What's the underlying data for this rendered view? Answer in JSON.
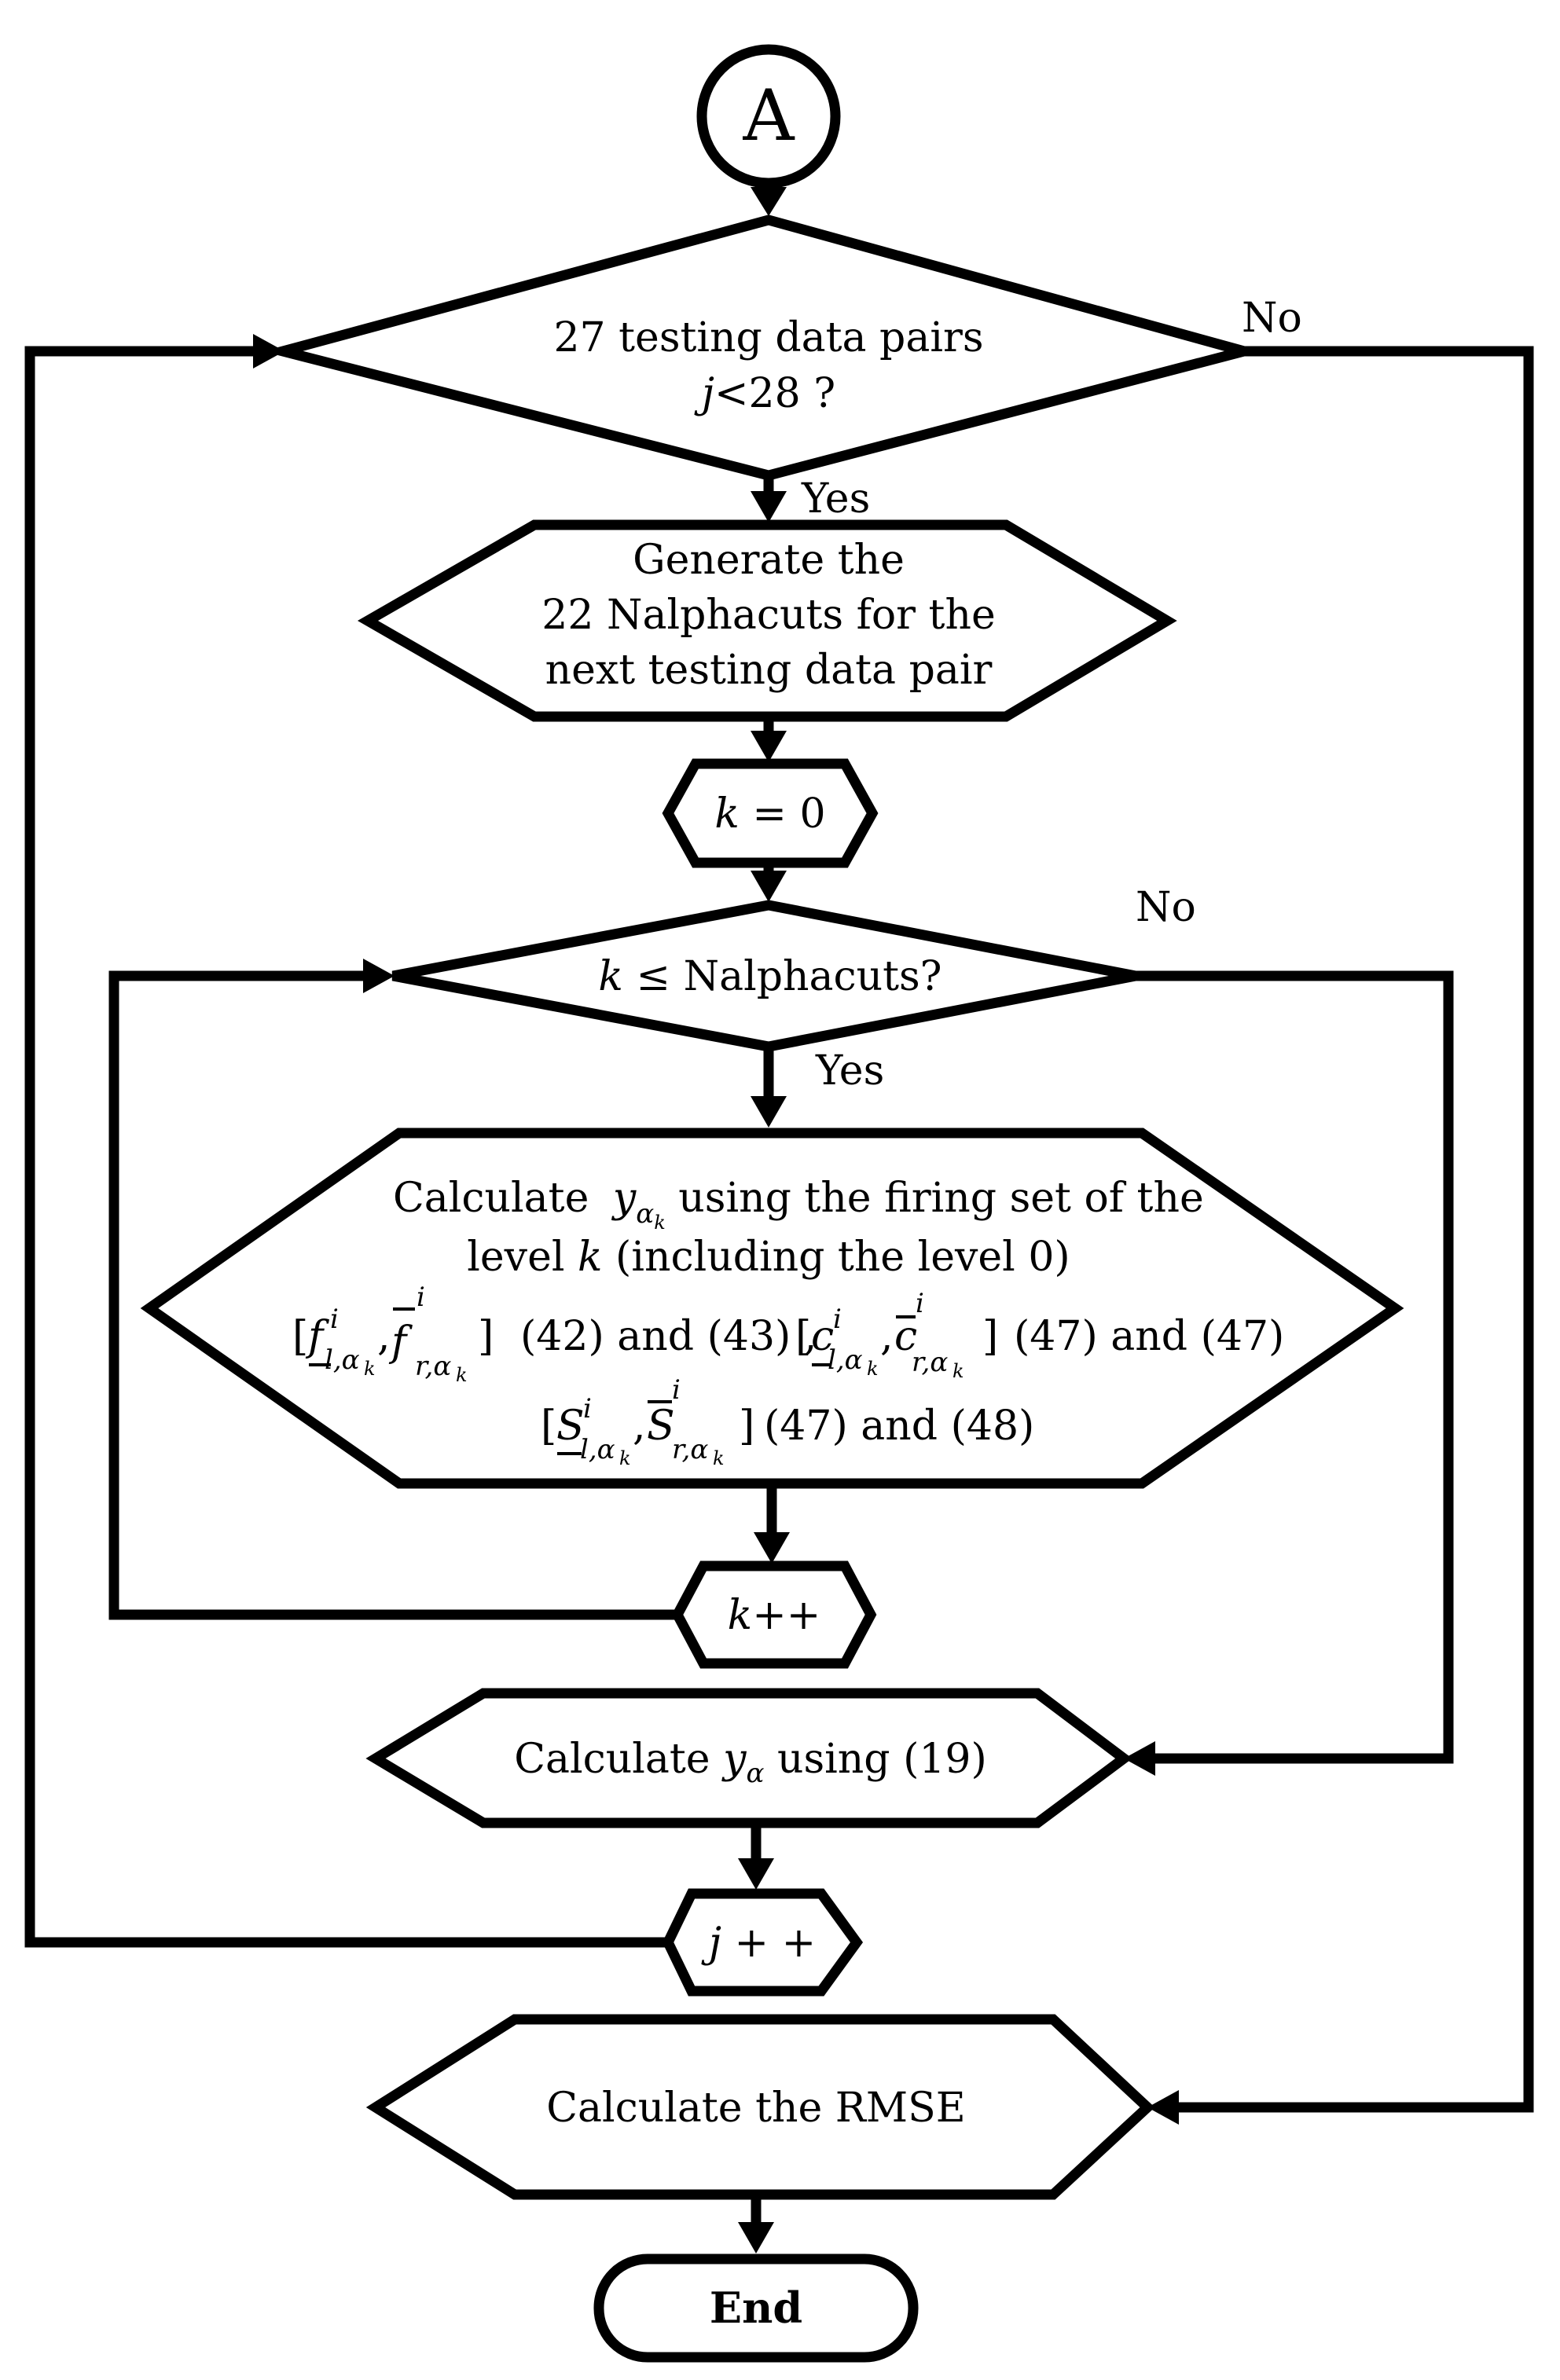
{
  "connector": {
    "label": "A"
  },
  "decision_outer": {
    "line1": "27 testing data pairs",
    "line2_var": "j",
    "line2_rest": "<28 ?"
  },
  "branch": {
    "yes": "Yes",
    "no": "No"
  },
  "generate": {
    "line1": "Generate the",
    "line2": "22 Nalphacuts for the",
    "line3": "next testing data pair"
  },
  "init_k": {
    "var": "k",
    "rest": " = 0"
  },
  "decision_inner": {
    "var": "k",
    "rest": " ≤ Nalphacuts?"
  },
  "calc_block": {
    "line1_pre": "Calculate",
    "line1_var": "y",
    "line1_sub": "α",
    "line1_subsub": "k",
    "line1_post": " using the firing set of the",
    "line2_pre": "level ",
    "line2_var": "k",
    "line2_post": " (including the level 0)",
    "eq_f": "(42) and (43) ,",
    "eq_c": "(47) and (47)",
    "eq_s": "(47) and (48)",
    "sym_f": "f",
    "sym_c": "c",
    "sym_s": "S",
    "sup_i": "i",
    "sub_l": "l,α",
    "sub_r": "r,α",
    "sub_k": "k"
  },
  "increment_k": {
    "var": "k",
    "rest": "++"
  },
  "calc_y": {
    "pre": "Calculate ",
    "var": "y",
    "sub": "α",
    "post": " using (19)"
  },
  "increment_j": {
    "var": "j",
    "rest": " + +"
  },
  "calc_rmse": {
    "label": "Calculate the RMSE"
  },
  "terminal": {
    "label": "End"
  }
}
